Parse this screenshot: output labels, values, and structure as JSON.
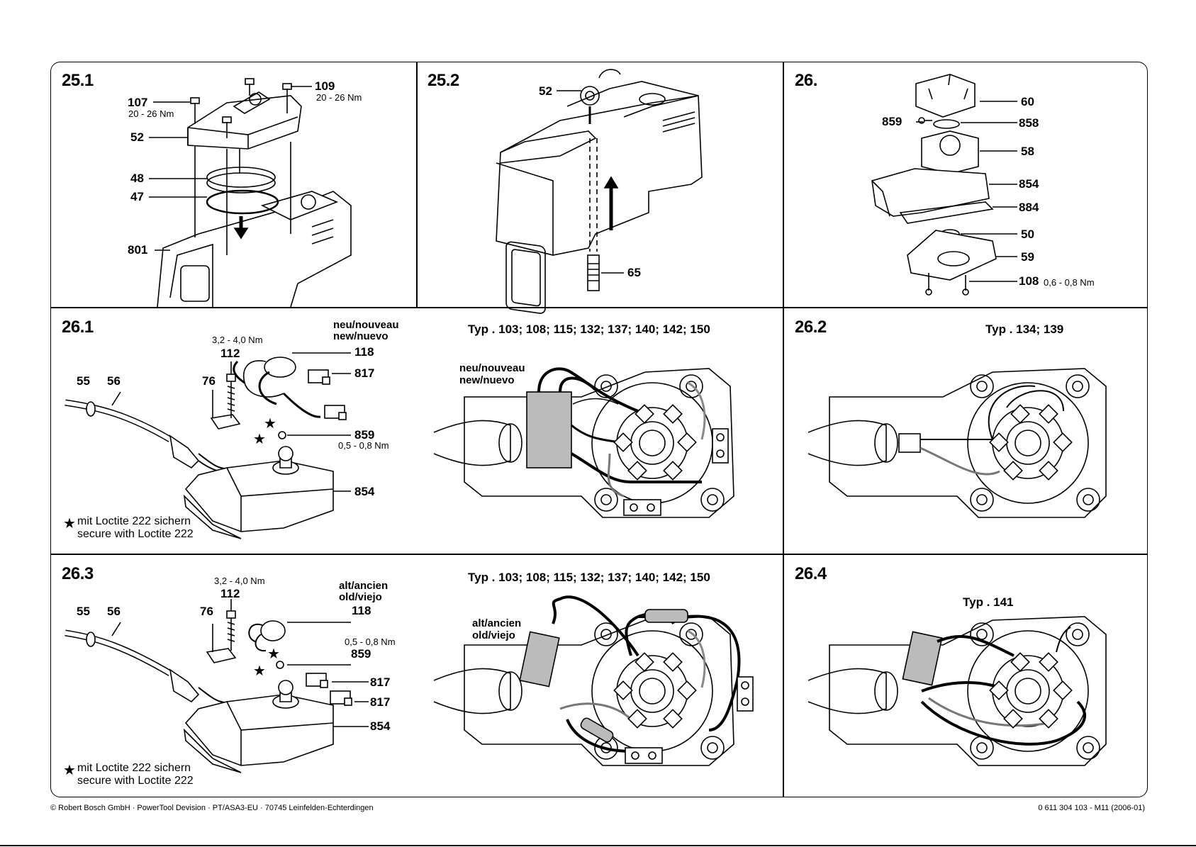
{
  "panels": {
    "p25_1": {
      "title": "25.1",
      "labels": [
        "107",
        "52",
        "48",
        "47",
        "801",
        "109"
      ],
      "torque_107": "20 - 26 Nm",
      "torque_109": "20 - 26 Nm"
    },
    "p25_2": {
      "title": "25.2",
      "labels": [
        "52",
        "65"
      ]
    },
    "p26": {
      "title": "26.",
      "labels": [
        "60",
        "859",
        "858",
        "58",
        "854",
        "884",
        "50",
        "59",
        "108"
      ],
      "torque_108": "0,6 - 0,8 Nm"
    },
    "p26_1": {
      "title": "26.1",
      "new_label_1": "neu/nouveau",
      "new_label_2": "new/nuevo",
      "torque_112": "3,2 - 4,0 Nm",
      "torque_859": "0,5 - 0,8 Nm",
      "labels": [
        "112",
        "118",
        "817",
        "55",
        "56",
        "76",
        "859",
        "854"
      ],
      "note_1": "mit Loctite 222 sichern",
      "note_2": "secure with Loctite 222",
      "star": "★"
    },
    "p26_1_wiring": {
      "type_label": "Typ . 103; 108; 115; 132; 137; 140; 142; 150",
      "new_label_1": "neu/nouveau",
      "new_label_2": "new/nuevo"
    },
    "p26_2": {
      "title": "26.2",
      "type_label": "Typ . 134; 139"
    },
    "p26_3": {
      "title": "26.3",
      "torque_112": "3,2 - 4,0 Nm",
      "old_label_1": "alt/ancien",
      "old_label_2": "old/viejo",
      "torque_859": "0,5 - 0,8 Nm",
      "labels": [
        "112",
        "118",
        "55",
        "56",
        "76",
        "859",
        "817",
        "817",
        "854"
      ],
      "note_1": "mit Loctite 222 sichern",
      "note_2": "secure with Loctite 222",
      "star": "★"
    },
    "p26_3_wiring": {
      "type_label": "Typ . 103; 108; 115; 132; 137; 140; 142; 150",
      "old_label_1": "alt/ancien",
      "old_label_2": "old/viejo"
    },
    "p26_4": {
      "title": "26.4",
      "type_label": "Typ . 141"
    }
  },
  "footer": {
    "left": "© Robert Bosch GmbH · PowerTool Devision · PT/ASA3-EU · 70745 Leinfelden-Echterdingen",
    "right": "0 611 304 103 - M11 (2006-01)"
  }
}
